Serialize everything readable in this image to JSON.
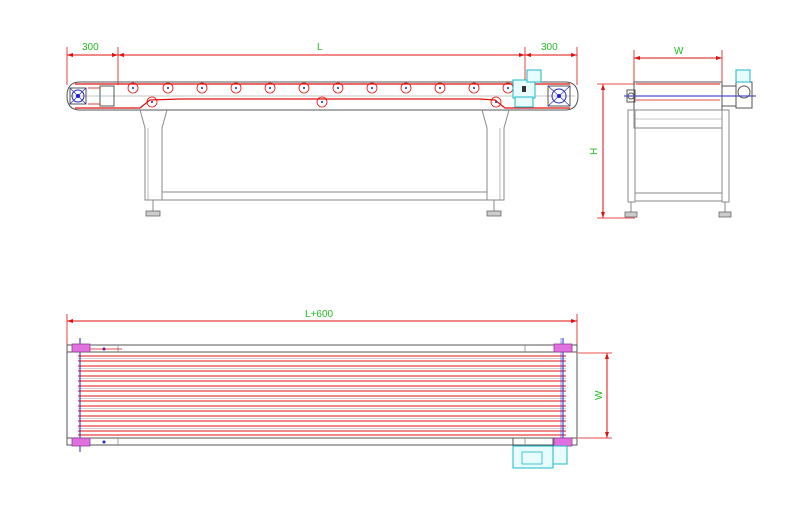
{
  "dimensions": {
    "left_margin": "300",
    "length": "L",
    "right_margin": "300",
    "width_top": "W",
    "height": "H",
    "total_length": "L+600",
    "width_side": "W"
  },
  "colors": {
    "dimension_text": "#22bb22",
    "dimension_line": "#e01010",
    "outline": "#555555",
    "belt": "#e01010",
    "motor": "#18b8c8",
    "axis": "#2222cc",
    "bearing": "#e070e0"
  }
}
